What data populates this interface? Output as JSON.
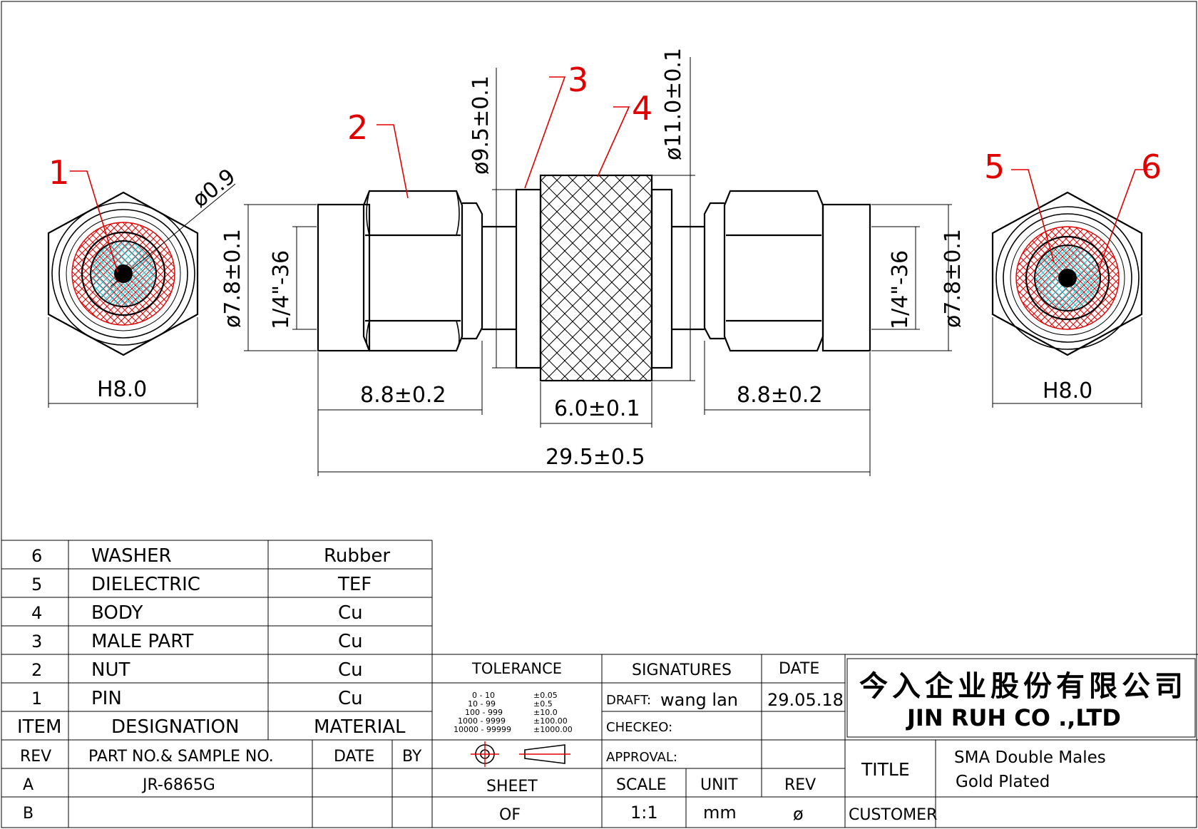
{
  "drawing": {
    "callouts": [
      "1",
      "2",
      "3",
      "4",
      "5",
      "6"
    ],
    "dims": {
      "pin_dia": "ø0.9",
      "left_thread_dia": "ø7.8±0.1",
      "left_thread": "1/4\"-36",
      "right_thread": "1/4\"-36",
      "right_thread_dia": "ø7.8±0.1",
      "male_dia": "ø9.5±0.1",
      "body_dia": "ø11.0±0.1",
      "hex_left": "H8.0",
      "hex_right": "H8.0",
      "nut_len_left": "8.8±0.2",
      "nut_len_right": "8.8±0.2",
      "body_len": "6.0±0.1",
      "total_len": "29.5±0.5"
    }
  },
  "bom": {
    "rows": [
      {
        "item": "6",
        "designation": "WASHER",
        "material": "Rubber"
      },
      {
        "item": "5",
        "designation": "DIELECTRIC",
        "material": "TEF"
      },
      {
        "item": "4",
        "designation": "BODY",
        "material": "Cu"
      },
      {
        "item": "3",
        "designation": "MALE  PART",
        "material": "Cu"
      },
      {
        "item": "2",
        "designation": "NUT",
        "material": "Cu"
      },
      {
        "item": "1",
        "designation": "PIN",
        "material": "Cu"
      }
    ],
    "header": {
      "item": "ITEM",
      "designation": "DESIGNATION",
      "material": "MATERIAL"
    }
  },
  "rev_table": {
    "header": {
      "rev": "REV",
      "part": "PART NO.& SAMPLE NO.",
      "date": "DATE",
      "by": "BY"
    },
    "rows": [
      {
        "rev": "A",
        "part": "JR-6865G",
        "date": "",
        "by": ""
      },
      {
        "rev": "B",
        "part": "",
        "date": "",
        "by": ""
      }
    ]
  },
  "tolerance": {
    "title": "TOLERANCE",
    "rows": [
      {
        "range": "0  -  10",
        "tol": "±0.05"
      },
      {
        "range": "10  -  99",
        "tol": "±0.5"
      },
      {
        "range": "100  -  999",
        "tol": "±10.0"
      },
      {
        "range": "1000  -  9999",
        "tol": "±100.00"
      },
      {
        "range": "10000  -  99999",
        "tol": "±1000.00"
      }
    ]
  },
  "signatures": {
    "title": "SIGNATURES",
    "date_label": "DATE",
    "draft_label": "DRAFT:",
    "draft_name": "wang lan",
    "draft_date": "29.05.18",
    "checked_label": "CHECKEO:",
    "approval_label": "APPROVAL:"
  },
  "sheet": {
    "sheet_label": "SHEET",
    "of_label": "OF",
    "scale_label": "SCALE",
    "scale_value": "1:1",
    "unit_label": "UNIT",
    "unit_value": "mm",
    "rev_label": "REV",
    "rev_value": "ø"
  },
  "company": {
    "name_cn": "今入企业股份有限公司",
    "name_en": "JIN  RUH  CO .,LTD"
  },
  "title_block": {
    "title_label": "TITLE",
    "title_line1": "SMA  Double  Males",
    "title_line2": "Gold  Plated",
    "customer_label": "CUSTOMER"
  }
}
